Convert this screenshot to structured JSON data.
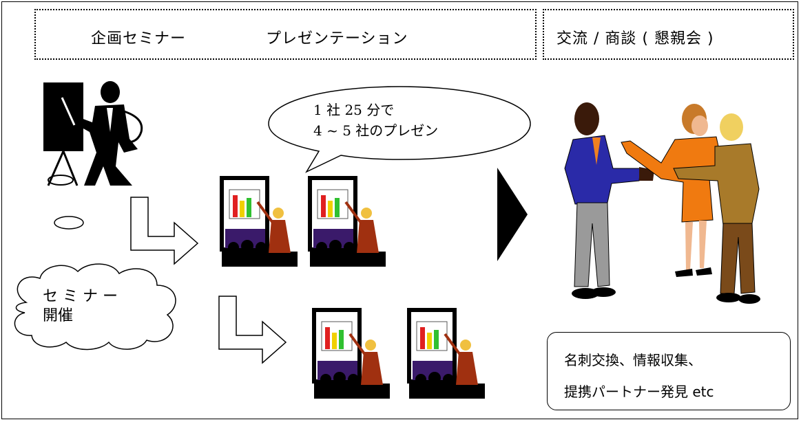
{
  "header": {
    "seminar_label": "企画セミナー",
    "presentation_label": "プレゼンテーション",
    "exchange_label": "交流 / 商談 ( 懇親会 )"
  },
  "speech_bubble": {
    "line1": "1 社 25 分で",
    "line2": "4 ~ 5 社のプレゼン"
  },
  "cloud": {
    "line1": "セ ミ ナ ー",
    "line2": "開催"
  },
  "info_box": {
    "line1": "名刺交換、情報収集、",
    "line2": "提携パートナー発見 etc"
  },
  "icons": [
    "presenter-silhouette-icon",
    "presentation-slide-icon",
    "arrow-icon",
    "handshake-people-icon"
  ]
}
